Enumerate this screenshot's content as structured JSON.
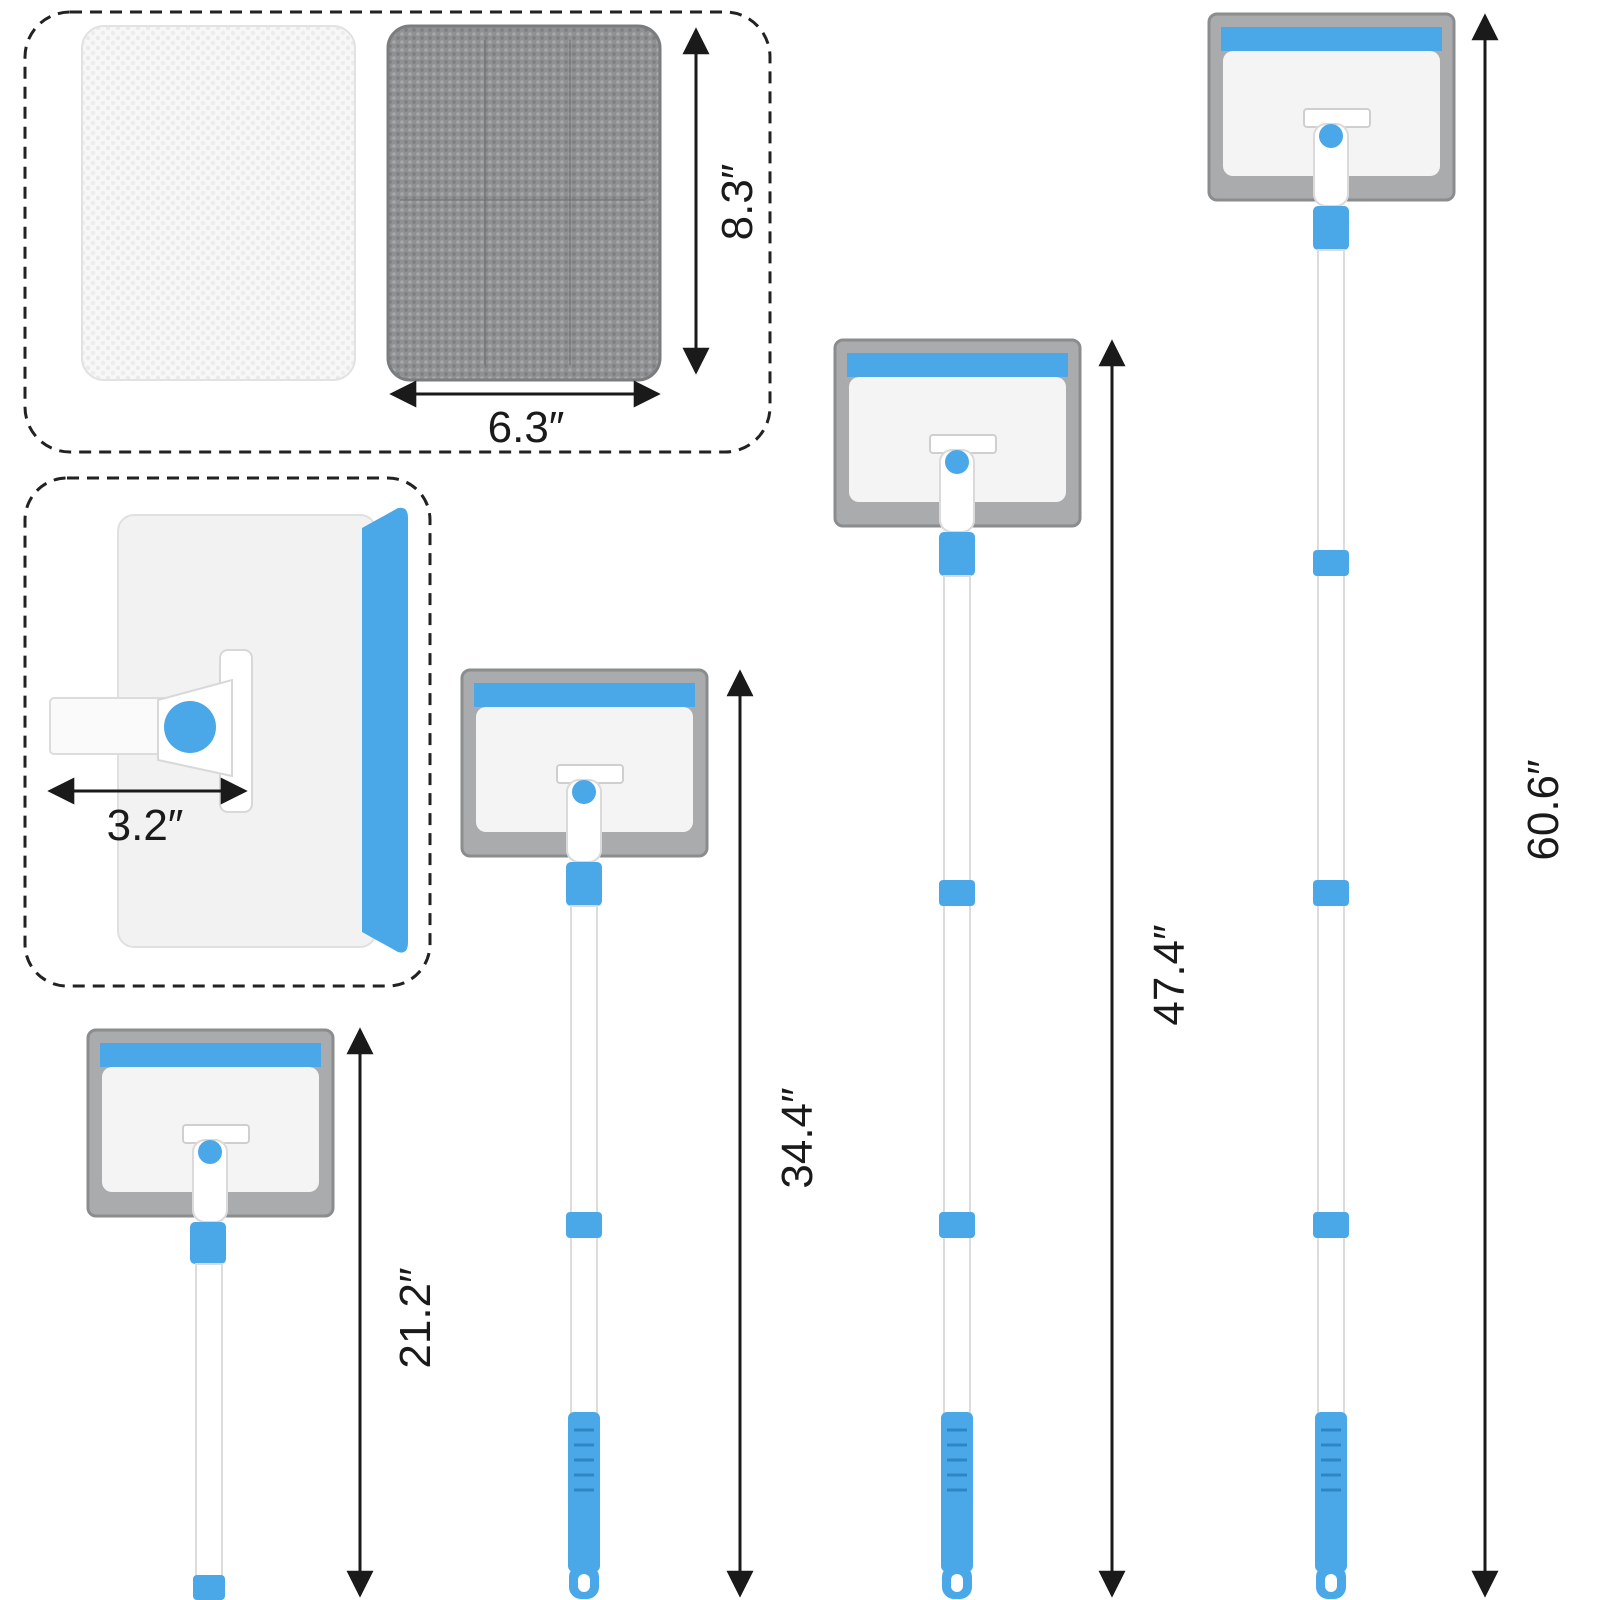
{
  "pads": {
    "white_pad": {
      "label": ""
    },
    "gray_pad": {
      "label": ""
    },
    "height_dimension": "8.3″",
    "width_dimension": "6.3″"
  },
  "mop_head_detail": {
    "handle_width_dimension": "3.2″"
  },
  "lengths": [
    {
      "id": "shortest",
      "label": "21.2″"
    },
    {
      "id": "short",
      "label": "34.4″"
    },
    {
      "id": "medium",
      "label": "47.4″"
    },
    {
      "id": "longest",
      "label": "60.6″"
    }
  ],
  "colors": {
    "accent_blue": "#4aa8e8",
    "pad_gray": "#a9abad",
    "plate_white": "#f4f4f4",
    "text": "#1a1a1a"
  }
}
